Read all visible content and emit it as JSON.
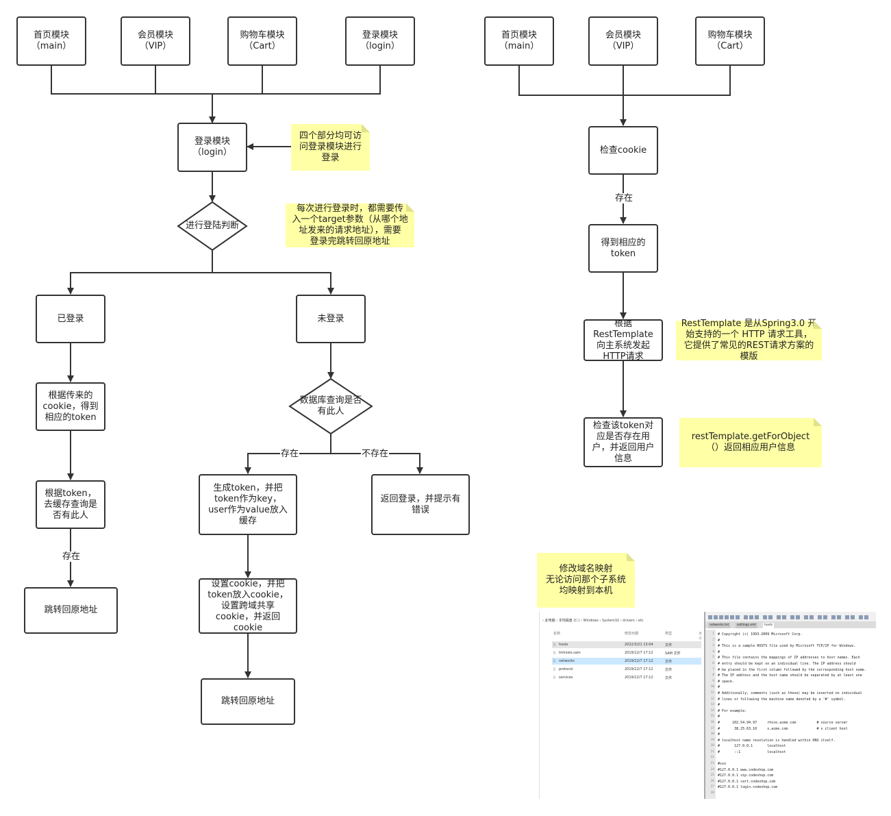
{
  "left": {
    "modules": [
      {
        "name": "首页模块",
        "code": "（main）"
      },
      {
        "name": "会员模块",
        "code": "（VIP）"
      },
      {
        "name": "购物车模块",
        "code": "（Cart）"
      },
      {
        "name": "登录模块",
        "code": "（login）"
      }
    ],
    "login_box": "登录模块\n（login）",
    "note_access": "四个部分均可访\n问登录模块进行\n登录",
    "decision_login": "进行登陆判断",
    "note_target": "每次进行登录时，都需要传\n入一个target参数（从哪个地\n址发来的请求地址），需要\n登录完跳转回原地址",
    "logged_in": "已登录",
    "not_logged_in": "未登录",
    "get_token": "根据传来的\ncookie，得到\n相应的token",
    "check_cache": "根据token，\n去缓存查询是\n否有此人",
    "exist_label_1": "存在",
    "redirect_1": "跳转回原地址",
    "db_query": "数据库查询是否\n有此人",
    "exist_label_2": "存在",
    "not_exist_label": "不存在",
    "gen_token": "生成token，并把\ntoken作为key，\nuser作为value放入\n缓存",
    "return_login": "返回登录，并提示有\n错误",
    "set_cookie": "设置cookie，并把\ntoken放入cookie，\n设置跨域共享\ncookie，并返回\ncookie",
    "redirect_2": "跳转回原地址"
  },
  "right": {
    "modules": [
      {
        "name": "首页模块",
        "code": "（main）"
      },
      {
        "name": "会员模块",
        "code": "（VIP）"
      },
      {
        "name": "购物车模块",
        "code": "（Cart）"
      }
    ],
    "check_cookie": "检查cookie",
    "exist_label": "存在",
    "get_token": "得到相应的\ntoken",
    "rest_call": "根据\nRestTemplate\n向主系统发起\nHTTP请求",
    "note_rest": "RestTemplate 是从Spring3.0 开\n始支持的一个 HTTP 请求工具，\n它提供了常见的REST请求方案的\n模版",
    "check_user": "检查该token对\n应是否存在用\n户，并返回用户\n信息",
    "note_get": "restTemplate.getForObject\n（）返回相应用户信息",
    "note_hosts": "修改域名映射\n无论访问那个子系统\n均映射到本机"
  },
  "screenshot": {
    "breadcrumb": "›  此电脑  ›  本地磁盘 (C:)  ›  Windows  ›  System32  ›  drivers  ›  etc",
    "columns": [
      "名称",
      "修改日期",
      "类型",
      "大小"
    ],
    "files": [
      {
        "name": "hosts",
        "date": "2022/3/21 13:04",
        "type": "文件"
      },
      {
        "name": "lmhosts.sam",
        "date": "2019/12/7 17:12",
        "type": "SAM 文件"
      },
      {
        "name": "networks",
        "date": "2019/12/7 17:12",
        "type": "文件"
      },
      {
        "name": "protocol",
        "date": "2019/12/7 17:12",
        "type": "文件"
      },
      {
        "name": "services",
        "date": "2019/12/7 17:12",
        "type": "文件"
      }
    ],
    "editor_tabs": [
      "networks.txt",
      "settings.xml",
      "hosts"
    ],
    "editor_code": "# Copyright (c) 1993-2009 Microsoft Corp.\n#\n# This is a sample HOSTS file used by Microsoft TCP/IP for Windows.\n#\n# This file contains the mappings of IP addresses to host names. Each\n# entry should be kept on an individual line. The IP address should\n# be placed in the first column followed by the corresponding host name.\n# The IP address and the host name should be separated by at least one\n# space.\n#\n# Additionally, comments (such as these) may be inserted on individual\n# lines or following the machine name denoted by a '#' symbol.\n#\n# For example:\n#\n#      102.54.94.97     rhino.acme.com          # source server\n#       38.25.63.10     x.acme.com              # x client host\n#\n# localhost name resolution is handled within DNS itself.\n#\t127.0.0.1       localhost\n#\t::1             localhost\n\n#sso\n#127.0.0.1 www.codeshop.com\n#127.0.0.1 vip.codeshop.com\n#127.0.0.1 cart.codeshop.com\n#127.0.0.1 login.codeshop.com",
    "line_numbers": "1\n2\n3\n4\n5\n6\n7\n8\n9\n10\n11\n12\n13\n14\n15\n16\n17\n18\n19\n20\n21\n22\n23\n24\n25\n26\n27\n28"
  }
}
